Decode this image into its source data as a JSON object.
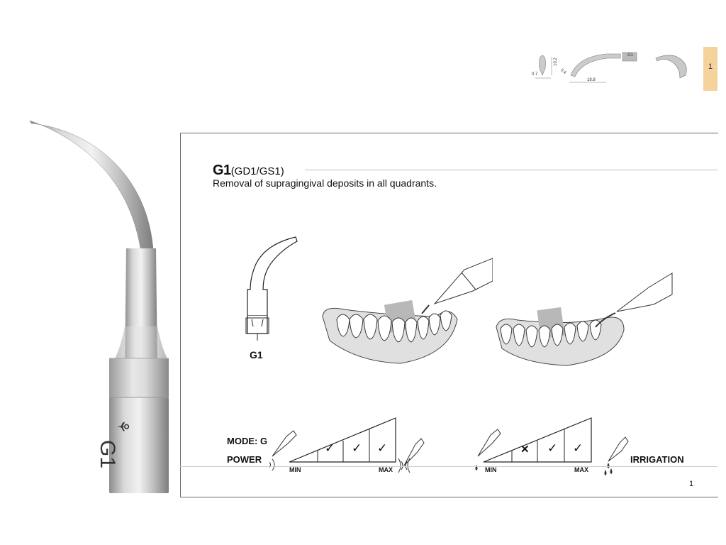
{
  "thumbnail": {
    "dim_top": "10.2",
    "dim_tip": "0.7",
    "dim_angle": "0.4",
    "dim_length": "18.8",
    "tip_label": "G1",
    "page": "1"
  },
  "header": {
    "model": "G1",
    "variants": "(GD1/GS1)",
    "description": "Removal of supragingival deposits in all quadrants."
  },
  "tip_engraving": "G1",
  "diagram_tip_label": "G1",
  "mode_label": "MODE: G",
  "power": {
    "label": "POWER",
    "min": "MIN",
    "max": "MAX",
    "levels": [
      "check",
      "check",
      "check"
    ]
  },
  "irrigation": {
    "label": "IRRIGATION",
    "min": "MIN",
    "max": "MAX",
    "levels": [
      "cross",
      "check",
      "check"
    ]
  },
  "page_number": "1"
}
